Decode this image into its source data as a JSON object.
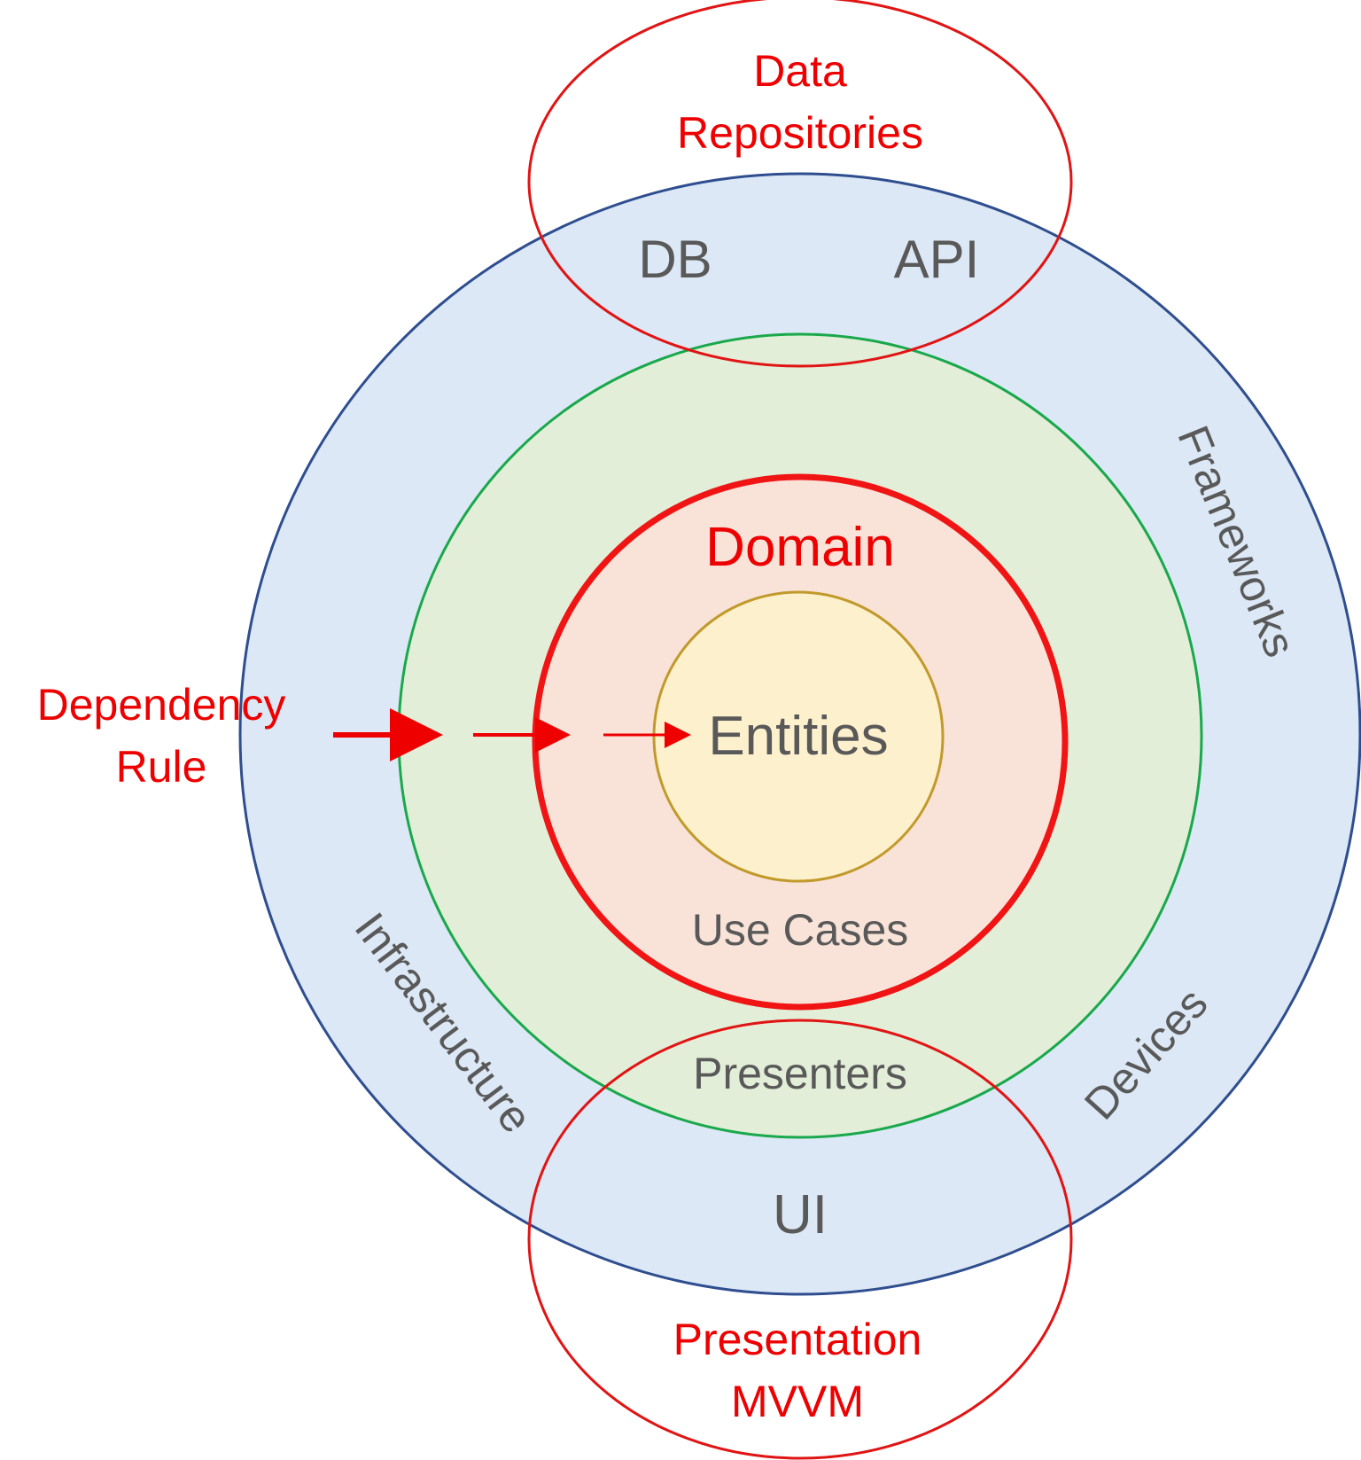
{
  "layers": {
    "frameworks": {
      "label": "Frameworks",
      "fill": "#dce8f5",
      "stroke": "#2f4e8f"
    },
    "devices": {
      "label": "Devices"
    },
    "infrastructure": {
      "label": "Infrastructure"
    },
    "db": {
      "label": "DB"
    },
    "api": {
      "label": "API"
    },
    "ui": {
      "label": "UI"
    },
    "presenters": {
      "label": "Presenters",
      "fill": "#e3eed8",
      "stroke": "#19a84b"
    },
    "use_cases": {
      "label": "Use Cases",
      "fill": "#f9e3d8",
      "stroke": "#f01414"
    },
    "domain": {
      "label": "Domain"
    },
    "entities": {
      "label": "Entities",
      "fill": "#fdf0cc",
      "stroke": "#c19a2b"
    }
  },
  "callouts": {
    "data_repositories": {
      "line1": "Data",
      "line2": "Repositories"
    },
    "presentation_mvvm": {
      "line1": "Presentation",
      "line2": "MVVM"
    },
    "dependency_rule": {
      "line1": "Dependency",
      "line2": "Rule"
    }
  },
  "colors": {
    "accent_red": "#ee0000",
    "label_gray": "#595959"
  }
}
